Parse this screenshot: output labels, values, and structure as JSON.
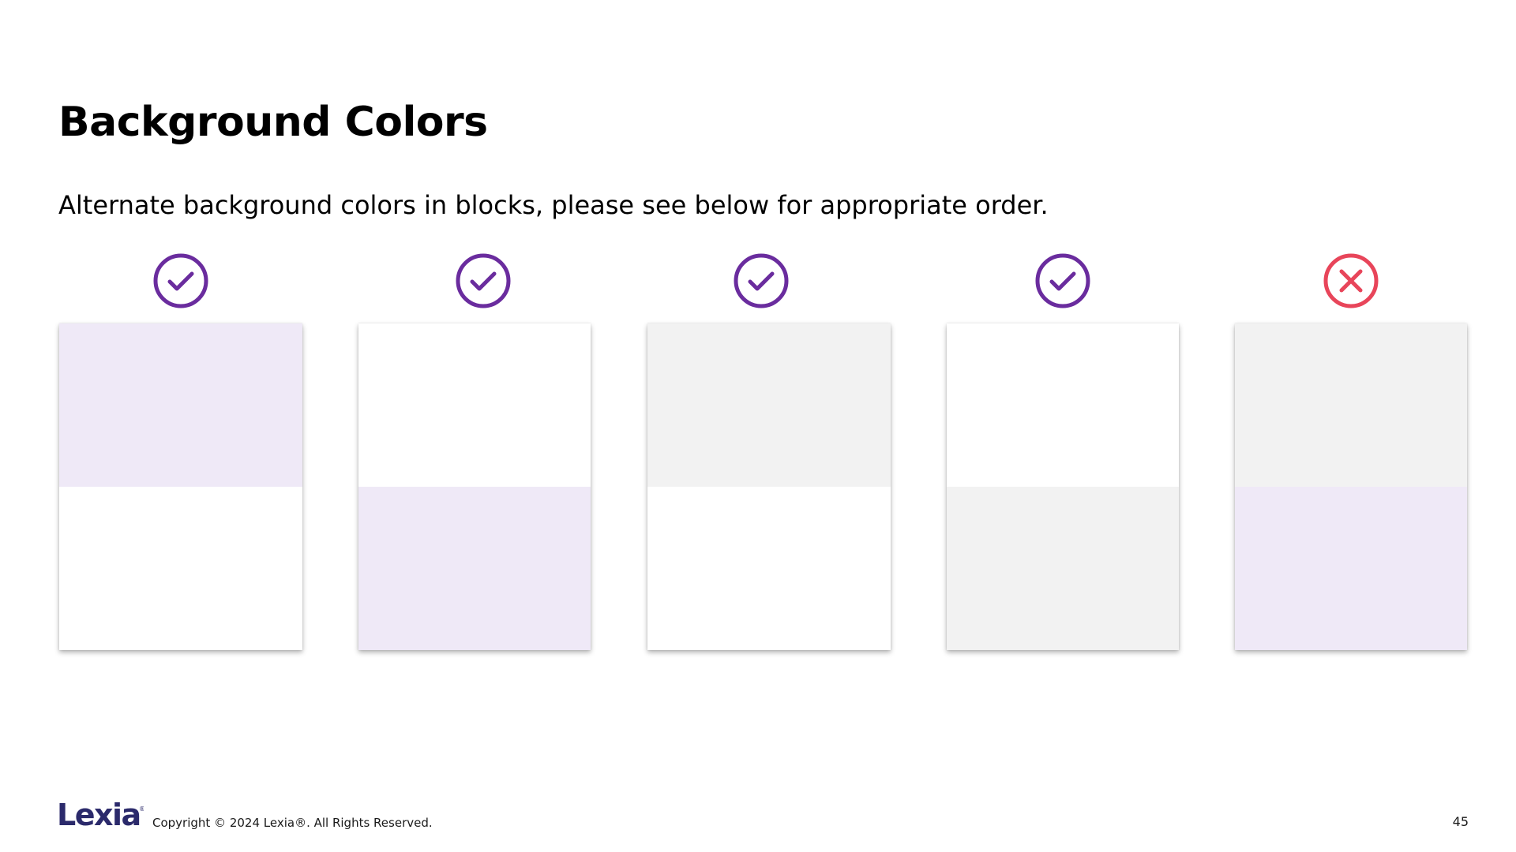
{
  "slide": {
    "title": "Background Colors",
    "subtitle": "Alternate background colors in blocks, please see below for appropriate order.",
    "colors": {
      "purple_icon": "#6a2c9e",
      "red_icon": "#e8455a",
      "lavender": "#efe9f7",
      "white": "#ffffff",
      "gray": "#f2f2f2",
      "logo": "#2b2a6b"
    },
    "examples": [
      {
        "status": "correct",
        "icon": "check-circle-icon",
        "top_color": "lavender",
        "bottom_color": "white"
      },
      {
        "status": "correct",
        "icon": "check-circle-icon",
        "top_color": "white",
        "bottom_color": "lavender"
      },
      {
        "status": "correct",
        "icon": "check-circle-icon",
        "top_color": "gray",
        "bottom_color": "white"
      },
      {
        "status": "correct",
        "icon": "check-circle-icon",
        "top_color": "white",
        "bottom_color": "gray"
      },
      {
        "status": "incorrect",
        "icon": "x-circle-icon",
        "top_color": "gray",
        "bottom_color": "lavender"
      }
    ]
  },
  "footer": {
    "logo_text": "Lexia",
    "copyright": "Copyright © 2024 Lexia®. All Rights Reserved.",
    "page_number": "45"
  }
}
